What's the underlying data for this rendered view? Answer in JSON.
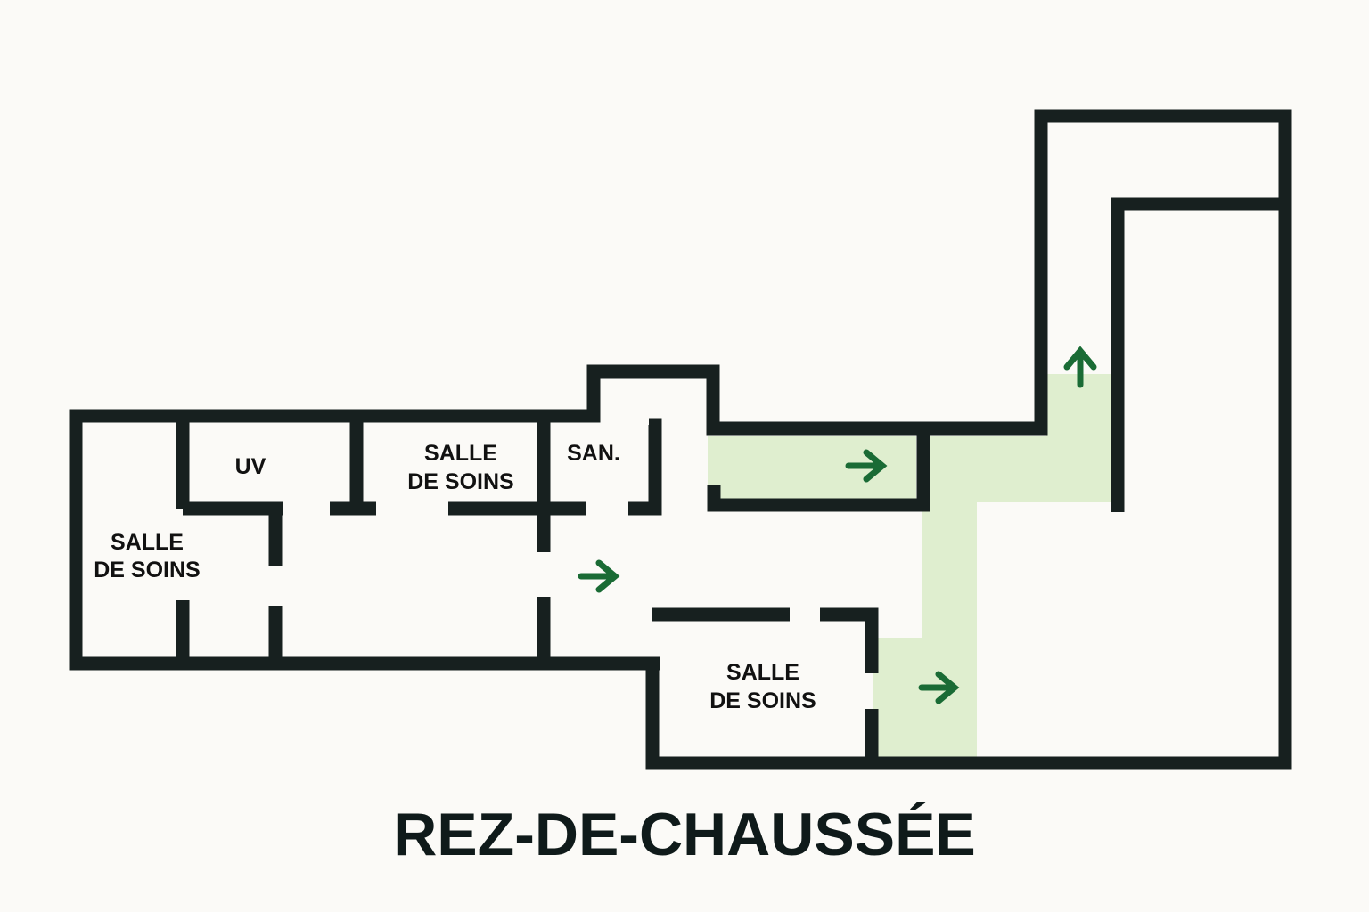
{
  "floor": {
    "title": "REZ-DE-CHAUSSÉE"
  },
  "rooms": {
    "uv": {
      "line1": "UV"
    },
    "soins_left": {
      "line1": "SALLE",
      "line2": "DE SOINS"
    },
    "soins_top": {
      "line1": "SALLE",
      "line2": "DE SOINS"
    },
    "sanitaire": {
      "line1": "SAN."
    },
    "soins_bottom": {
      "line1": "SALLE",
      "line2": "DE SOINS"
    }
  },
  "colors": {
    "wall": "#17201f",
    "escape_route": "#dfeecf",
    "arrow": "#1a6b35",
    "background": "#fbfaf7"
  },
  "icons": {
    "direction": "arrow-right-icon",
    "exit_up": "arrow-up-icon"
  }
}
